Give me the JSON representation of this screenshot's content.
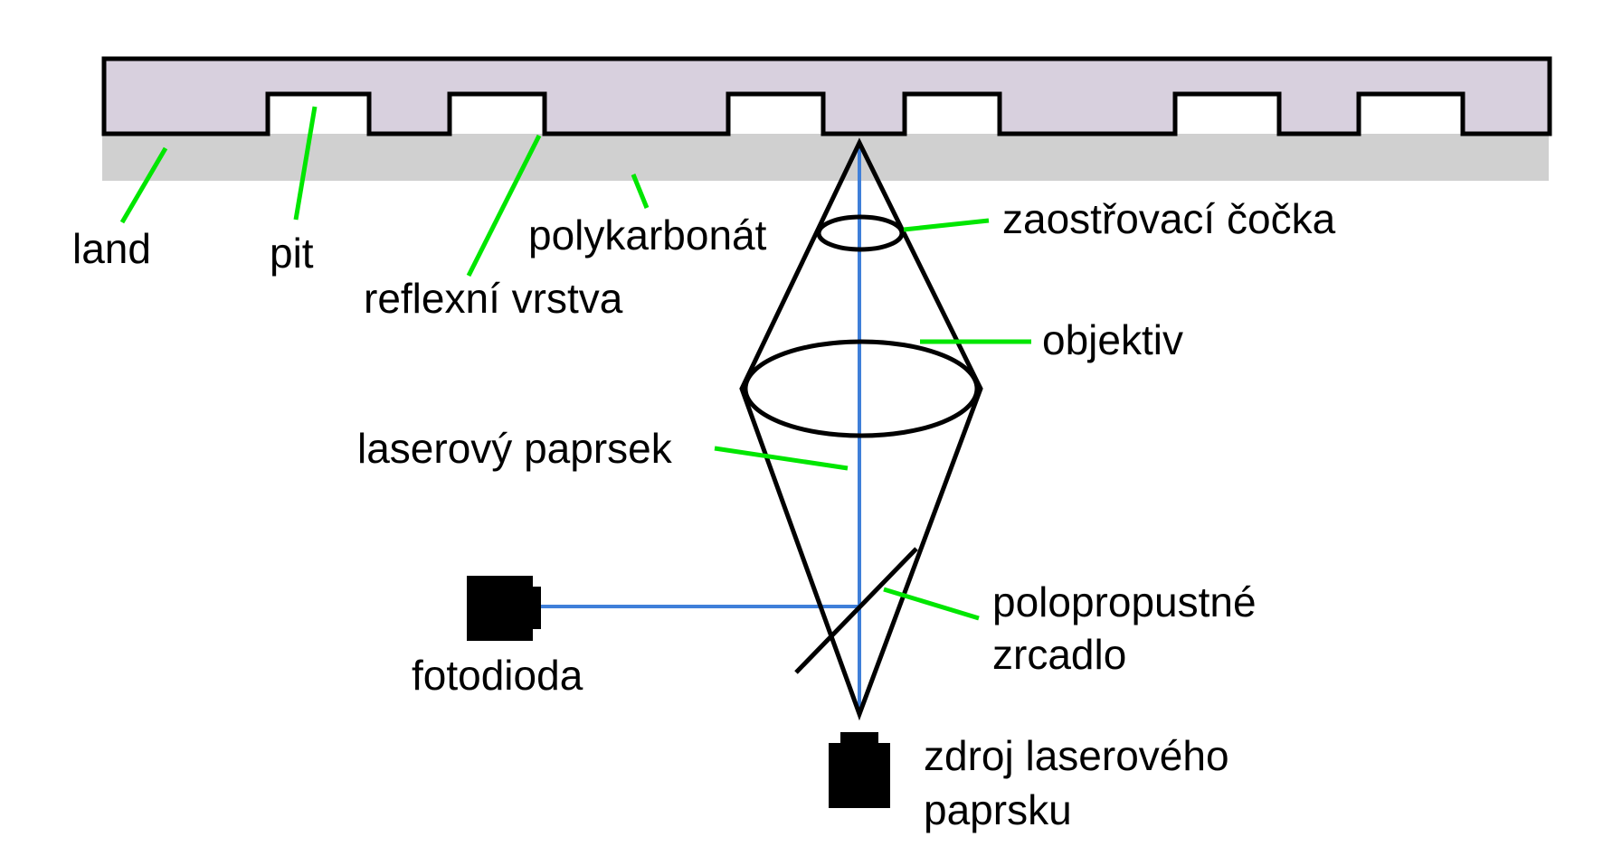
{
  "labels": {
    "land": "land",
    "pit": "pit",
    "reflective_layer": "reflexní vrstva",
    "polycarbonate": "polykarbonát",
    "focusing_lens": "zaostřovací čočka",
    "objective": "objektiv",
    "laser_beam": "laserový paprsek",
    "beam_splitter_line1": "polopropustné",
    "beam_splitter_line2": "zrcadlo",
    "photodiode": "fotodioda",
    "laser_source_line1": "zdroj laserového",
    "laser_source_line2": "paprsku"
  },
  "colors": {
    "disc_fill": "#d8d0de",
    "polycarbonate_fill": "#d0d0d0",
    "outline": "#000000",
    "beam": "#3f7fd9",
    "leader": "#00e600",
    "component": "#000000"
  }
}
